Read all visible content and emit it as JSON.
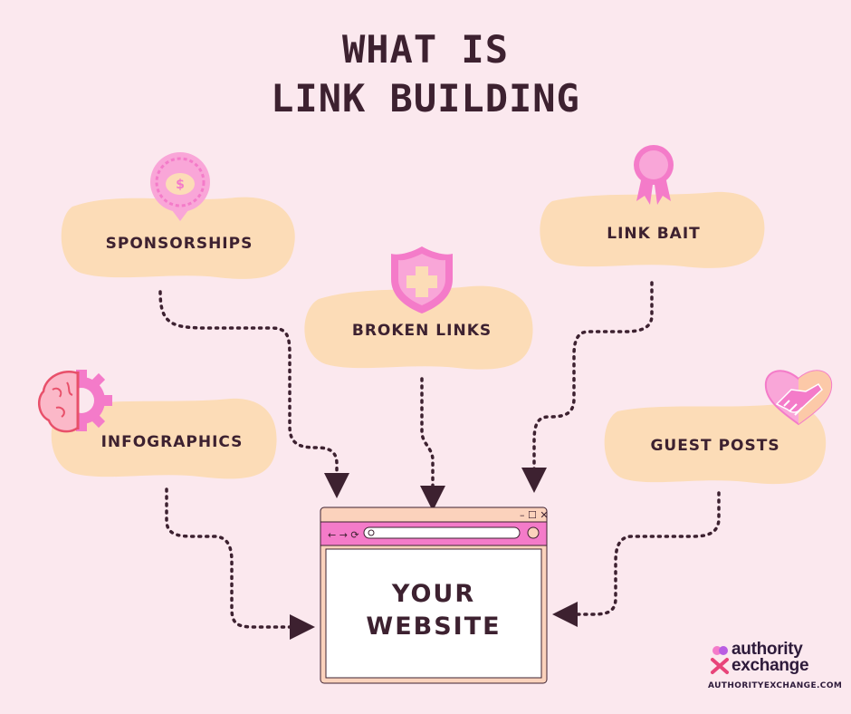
{
  "title": {
    "line1": "WHAT IS",
    "line2": "LINK BUILDING"
  },
  "sources": {
    "sponsorships": "SPONSORSHIPS",
    "broken_links": "BROKEN LINKS",
    "link_bait": "LINK BAIT",
    "infographics": "INFOGRAPHICS",
    "guest_posts": "GUEST POSTS"
  },
  "target": {
    "line1": "YOUR",
    "line2": "WEBSITE"
  },
  "brand": {
    "name_line1": "authority",
    "name_line2": "exchange",
    "url": "AUTHORITYEXCHANGE.COM"
  },
  "colors": {
    "background": "#fbe8ee",
    "blob": "#fcdcb7",
    "pink_icon": "#f47bc9",
    "dark_text": "#3d2130",
    "window_frame": "#f7b8a0"
  },
  "icons": [
    "money-pin-icon",
    "shield-plus-icon",
    "award-ribbon-icon",
    "brain-gear-icon",
    "handshake-heart-icon"
  ]
}
